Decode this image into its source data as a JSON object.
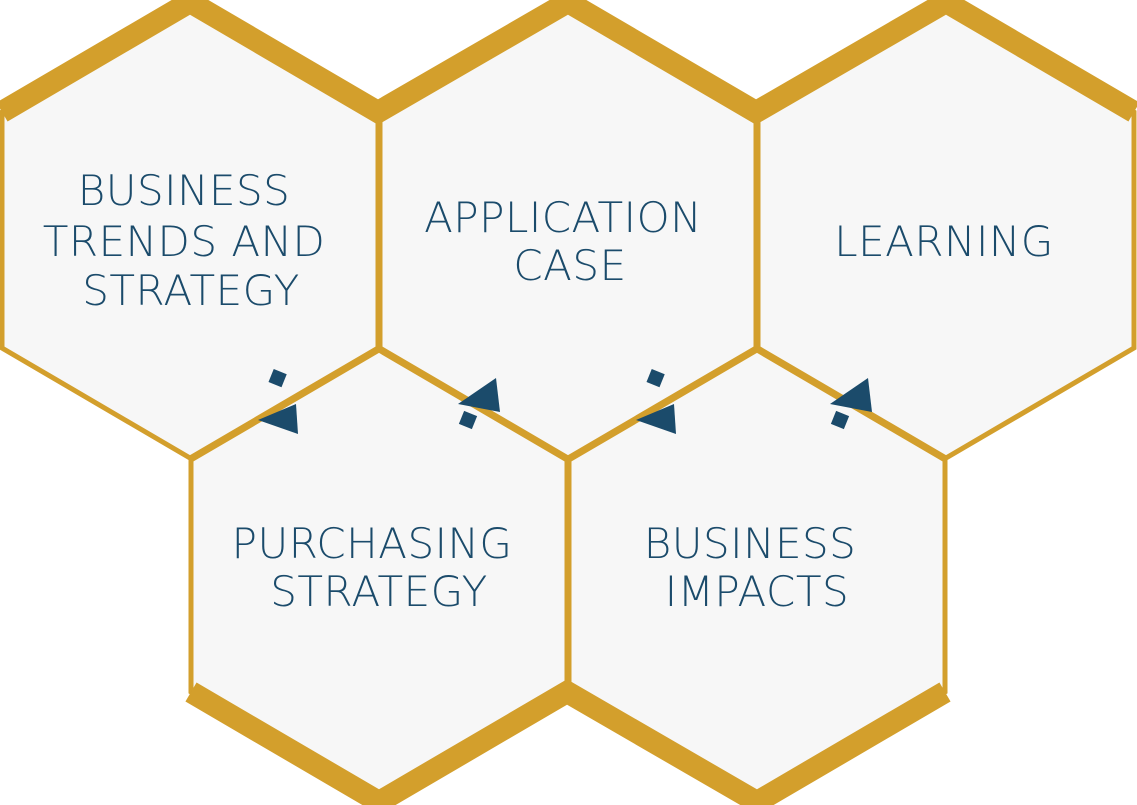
{
  "colors": {
    "border": "#d39f2c",
    "fill": "#f7f7f7",
    "text": "#1b4b6b",
    "arrow": "#1b4b6b"
  },
  "hexagons": [
    {
      "id": "business-trends",
      "lines": [
        "BUSINESS",
        "TRENDS AND",
        "STRATEGY"
      ]
    },
    {
      "id": "application-case",
      "lines": [
        "APPLICATION",
        "CASE"
      ]
    },
    {
      "id": "learning",
      "lines": [
        "LEARNING"
      ]
    },
    {
      "id": "purchasing-strategy",
      "lines": [
        "PURCHASING",
        "STRATEGY"
      ]
    },
    {
      "id": "business-impacts",
      "lines": [
        "BUSINESS",
        "IMPACTS"
      ]
    }
  ],
  "flow": [
    {
      "from": "business-trends",
      "to": "purchasing-strategy",
      "direction": "down"
    },
    {
      "from": "purchasing-strategy",
      "to": "application-case",
      "direction": "up"
    },
    {
      "from": "application-case",
      "to": "business-impacts",
      "direction": "down"
    },
    {
      "from": "business-impacts",
      "to": "learning",
      "direction": "up"
    }
  ]
}
